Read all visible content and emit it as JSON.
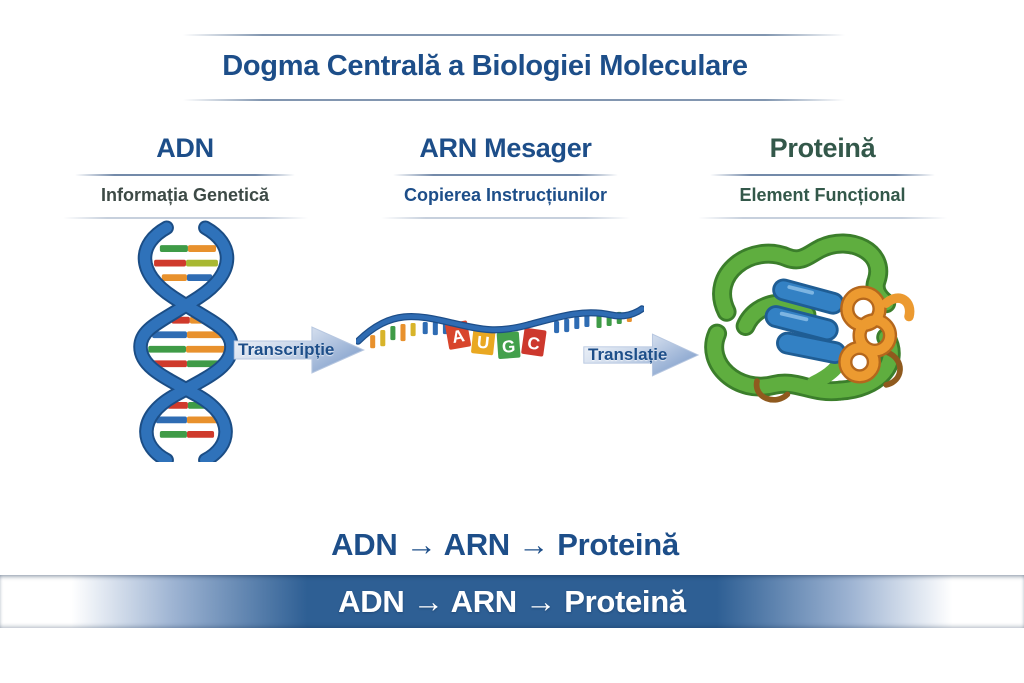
{
  "title": {
    "text": "Dogma Centrală a Biologiei Moleculare",
    "color": "#1d4e89"
  },
  "columns": [
    {
      "header": "ADN",
      "subtitle": "Informația Genetică",
      "header_color": "#1d4e89",
      "subtitle_color": "#3d4a46",
      "illustration": "dna-double-helix"
    },
    {
      "header": "ARN Mesager",
      "subtitle": "Copierea Instrucțiunilor",
      "header_color": "#1d4e89",
      "subtitle_color": "#1d4e89",
      "illustration": "mrna-strand"
    },
    {
      "header": "Proteină",
      "subtitle": "Element Funcțional",
      "header_color": "#33584a",
      "subtitle_color": "#33584a",
      "illustration": "protein-ribbon"
    }
  ],
  "process_arrows": [
    {
      "label": "Transcripție",
      "label_color": "#1d4e89"
    },
    {
      "label": "Translație",
      "label_color": "#1d4e89"
    }
  ],
  "mrna": {
    "codons": [
      {
        "letter": "A",
        "color": "#d8452c"
      },
      {
        "letter": "U",
        "color": "#e9a822"
      },
      {
        "letter": "G",
        "color": "#43a04c"
      },
      {
        "letter": "C",
        "color": "#cd382d"
      }
    ]
  },
  "summary": {
    "text": "ADN → ARN → Proteină",
    "color": "#1d4e89"
  },
  "banner": {
    "text": "ADN → ARN → Proteină",
    "background": "#2e5f94",
    "text_color": "#ffffff"
  },
  "palette": {
    "helix_blue": "#2f72ba",
    "helix_outline": "#1b4d85",
    "rung_green": "#3f9b47",
    "rung_orange": "#e8912d",
    "rung_red": "#cf3a2c",
    "rung_yellow_green": "#a8b832",
    "rung_blue": "#2f6cb3",
    "arrow_gradient_start": "#f2f6fb",
    "arrow_gradient_end": "#8aa6cf",
    "protein_green": "#5fae3f",
    "protein_blue": "#3381c4",
    "protein_orange": "#ec9a30"
  }
}
